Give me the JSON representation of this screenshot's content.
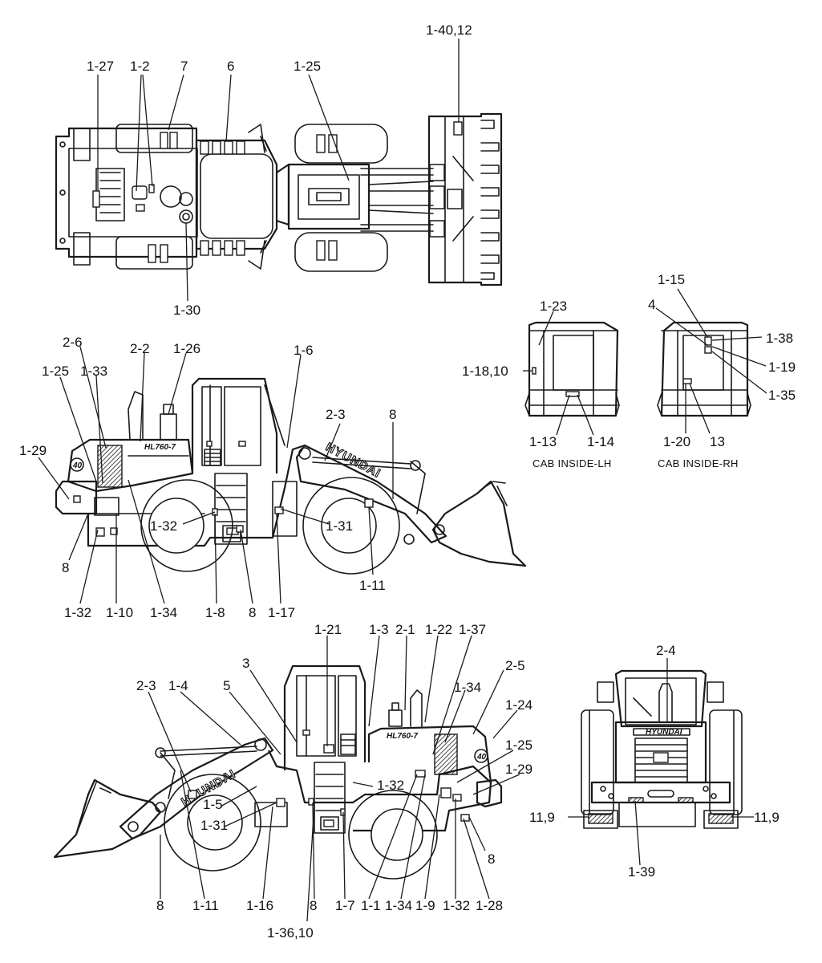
{
  "top_view": {
    "callouts": [
      "1-27",
      "1-2",
      "7",
      "6",
      "1-25",
      "1-40,12",
      "1-30"
    ]
  },
  "left_side_view": {
    "callouts": [
      "2-6",
      "1-33",
      "2-2",
      "1-26",
      "1-25",
      "1-6",
      "2-3",
      "8",
      "1-29",
      "1-32",
      "1-31",
      "1-11",
      "8",
      "1-32",
      "1-10",
      "1-34",
      "1-8",
      "8",
      "1-17"
    ],
    "model_text": "HL760-7",
    "brand_text": "HYUNDAI",
    "circle_badge": "40"
  },
  "cab_inside_lh": {
    "caption": "CAB INSIDE-LH",
    "callouts": [
      "1-23",
      "1-18,10",
      "1-13",
      "1-14"
    ]
  },
  "cab_inside_rh": {
    "caption": "CAB INSIDE-RH",
    "callouts": [
      "1-15",
      "4",
      "1-38",
      "1-19",
      "1-35",
      "1-20",
      "13"
    ]
  },
  "right_side_view": {
    "callouts": [
      "1-21",
      "1-3",
      "2-1",
      "1-22",
      "1-37",
      "3",
      "2-5",
      "2-3",
      "1-4",
      "5",
      "1-34",
      "1-24",
      "1-25",
      "1-32",
      "1-29",
      "1-5",
      "1-31",
      "8",
      "8",
      "1-11",
      "1-16",
      "8",
      "1-7",
      "1-1",
      "1-34",
      "1-9",
      "1-32",
      "1-28",
      "1-36,10"
    ],
    "model_text": "HL760-7",
    "brand_text": "HYUNDAI",
    "circle_badge": "40"
  },
  "rear_view": {
    "callouts": [
      "2-4",
      "11,9",
      "11,9",
      "1-39"
    ],
    "brand_text": "HYUNDAI"
  }
}
